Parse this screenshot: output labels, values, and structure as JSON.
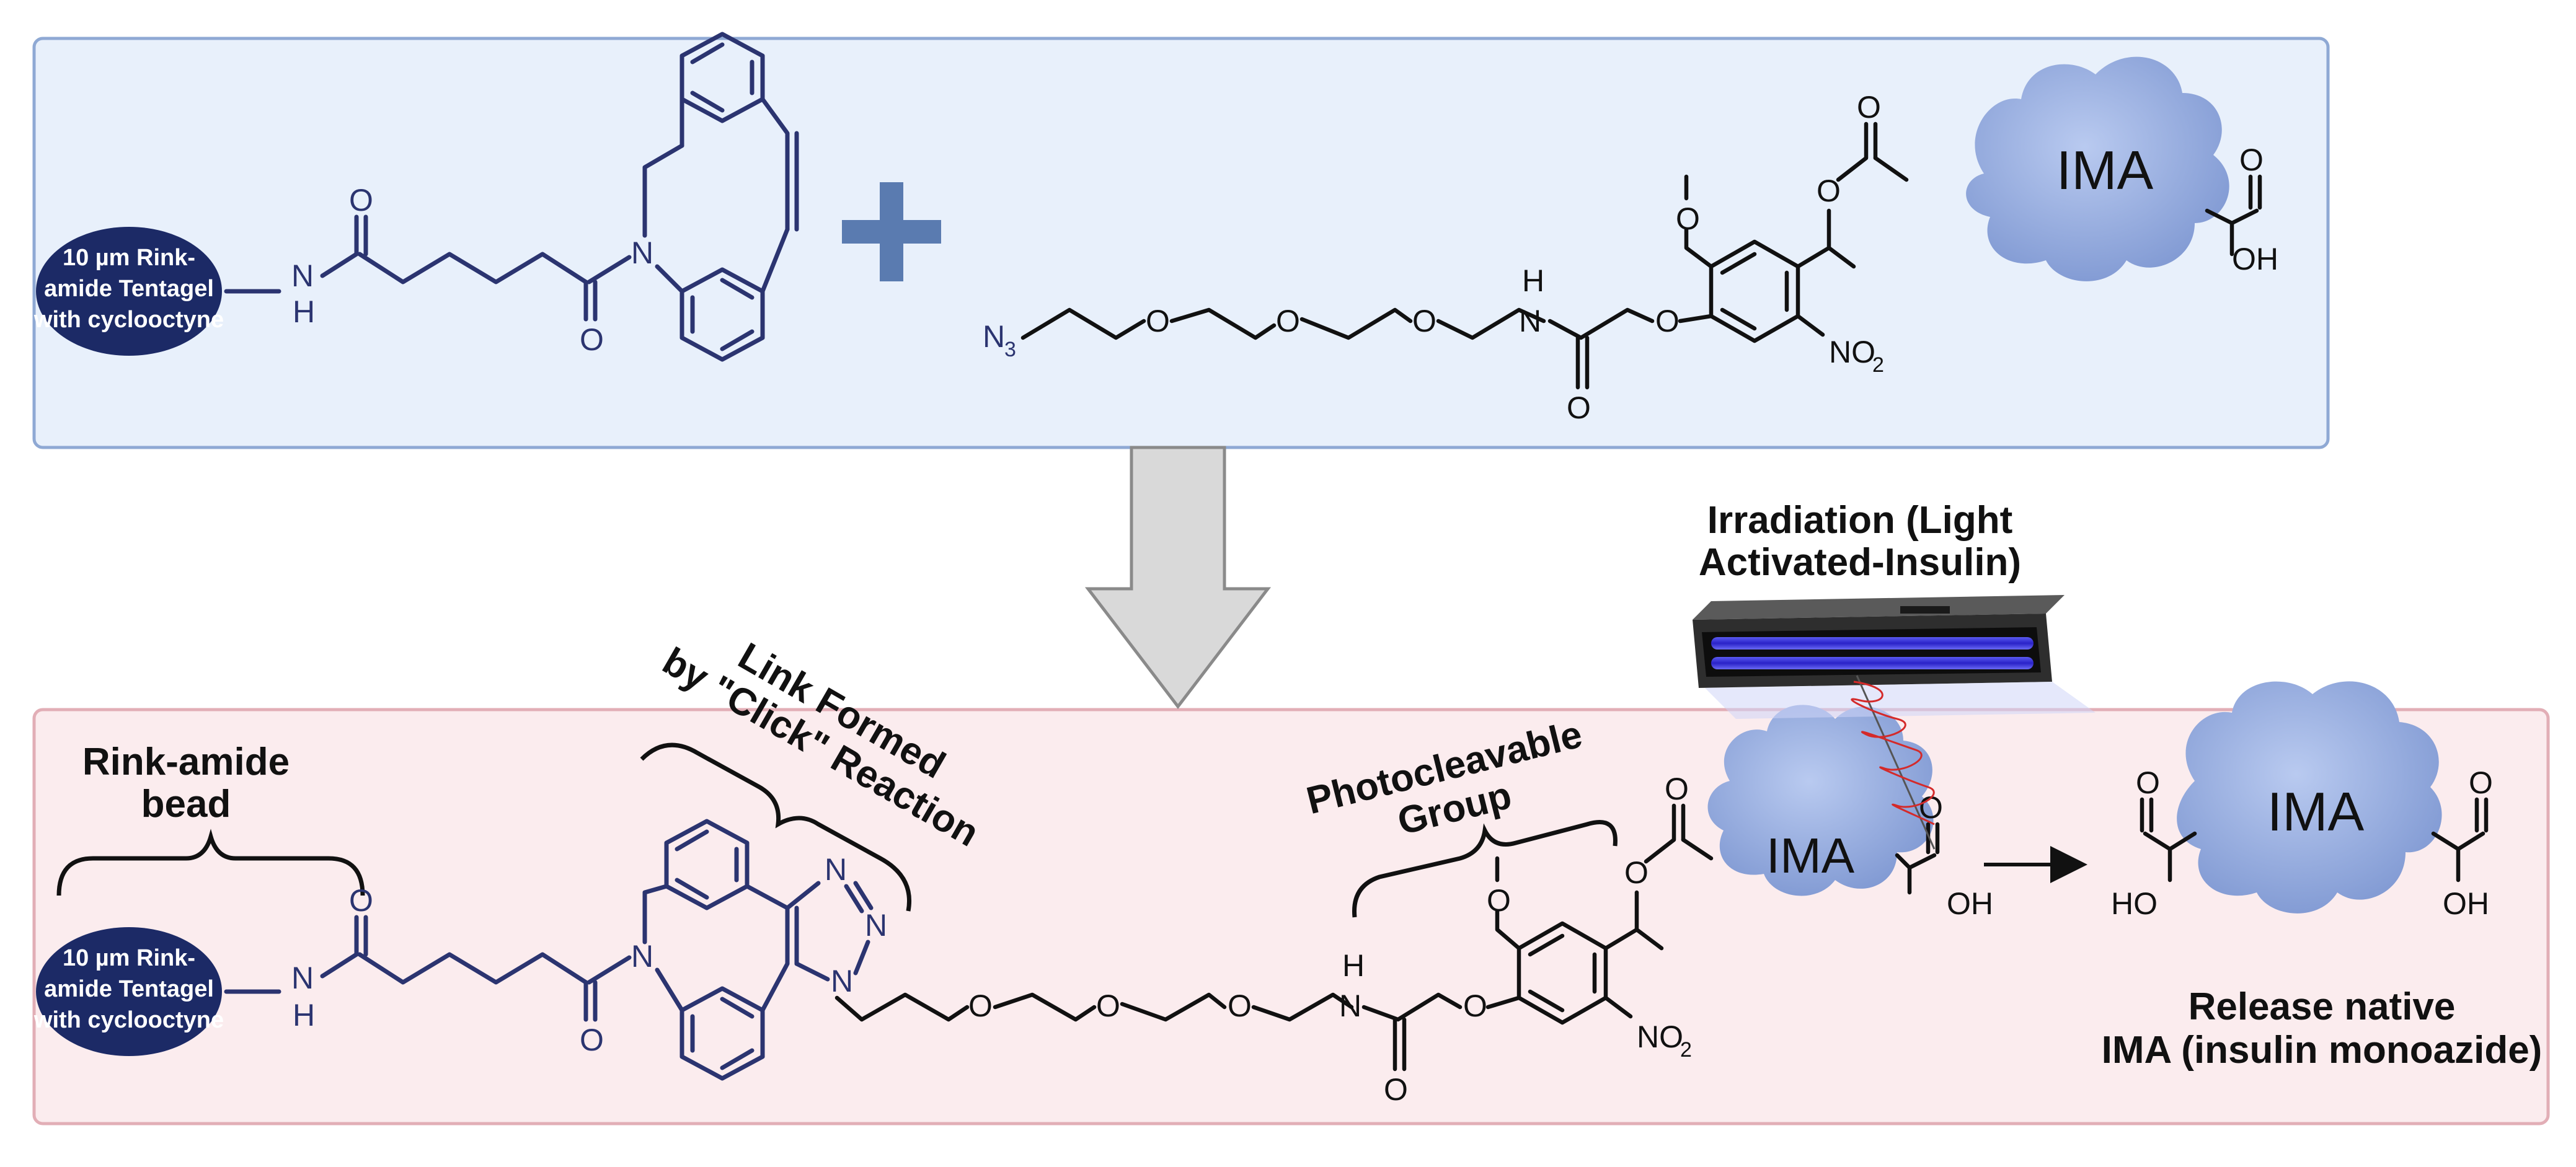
{
  "colors": {
    "top_panel_fill": "#e8f0fb",
    "top_panel_stroke": "#8fa9d4",
    "bottom_panel_fill": "#fbecee",
    "bottom_panel_stroke": "#e2aeb6",
    "bead_fill": "#1c2a66",
    "structure_blue": "#2b3470",
    "plus_sign": "#5a7bb0",
    "protein_blob": "#8ea8dc",
    "lamp_blue": "#3b36d8",
    "helix_red": "#d42a2a",
    "arrow_gray": "#d9d9d9"
  },
  "bead": {
    "top_line1": "10 µm Rink-",
    "top_line2": "amide Tentagel",
    "top_line3": "with cyclooctyne",
    "bottom_line1": "10 µm Rink-",
    "bottom_line2": "amide Tentagel",
    "bottom_line3": "with cyclooctyne"
  },
  "atoms": {
    "O": "O",
    "N": "N",
    "H": "H",
    "NH_top": "H",
    "N3": "N",
    "N3_sub": "3",
    "NO2": "NO",
    "NO2_sub": "2",
    "OH": "OH",
    "HO": "HO"
  },
  "protein": {
    "top_label": "IMA",
    "bottom_left_label": "IMA",
    "bottom_right_label": "IMA"
  },
  "icons": [
    "plus-icon",
    "down-arrow-icon",
    "uv-lamp-icon",
    "light-helix-icon",
    "reaction-arrow-icon"
  ],
  "annotations": {
    "rink_amide_line1": "Rink-amide",
    "rink_amide_line2": "bead",
    "link_formed_line1": "Link Formed",
    "link_formed_line2": "by \"Click\" Reaction",
    "photocleavable_line1": "Photocleavable",
    "photocleavable_line2": "Group",
    "irradiation_line1": "Irradiation (Light",
    "irradiation_line2": "Activated-Insulin)",
    "release_line1": "Release native",
    "release_line2": "IMA (insulin monoazide)"
  }
}
